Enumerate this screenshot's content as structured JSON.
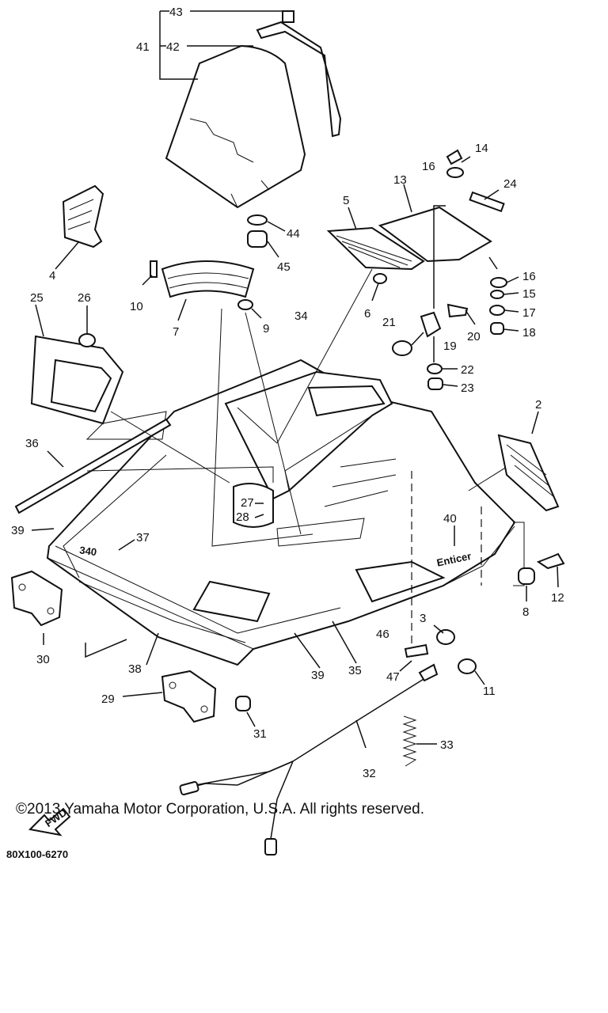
{
  "diagram": {
    "callouts": [
      "43",
      "41",
      "42",
      "14",
      "16",
      "24",
      "13",
      "5",
      "4",
      "44",
      "45",
      "16",
      "15",
      "17",
      "18",
      "10",
      "7",
      "9",
      "6",
      "21",
      "20",
      "19",
      "22",
      "23",
      "34",
      "25",
      "26",
      "2",
      "36",
      "27",
      "28",
      "40",
      "39",
      "37",
      "12",
      "8",
      "3",
      "46",
      "47",
      "30",
      "38",
      "39",
      "35",
      "11",
      "29",
      "31",
      "33",
      "32"
    ],
    "diagram_code": "80X100-6270",
    "fwd_label": "FWD",
    "badge_340": "340",
    "badge_enticer": "Enticer"
  },
  "footer": {
    "copyright": "©2013 Yamaha Motor Corporation, U.S.A. All rights reserved."
  }
}
